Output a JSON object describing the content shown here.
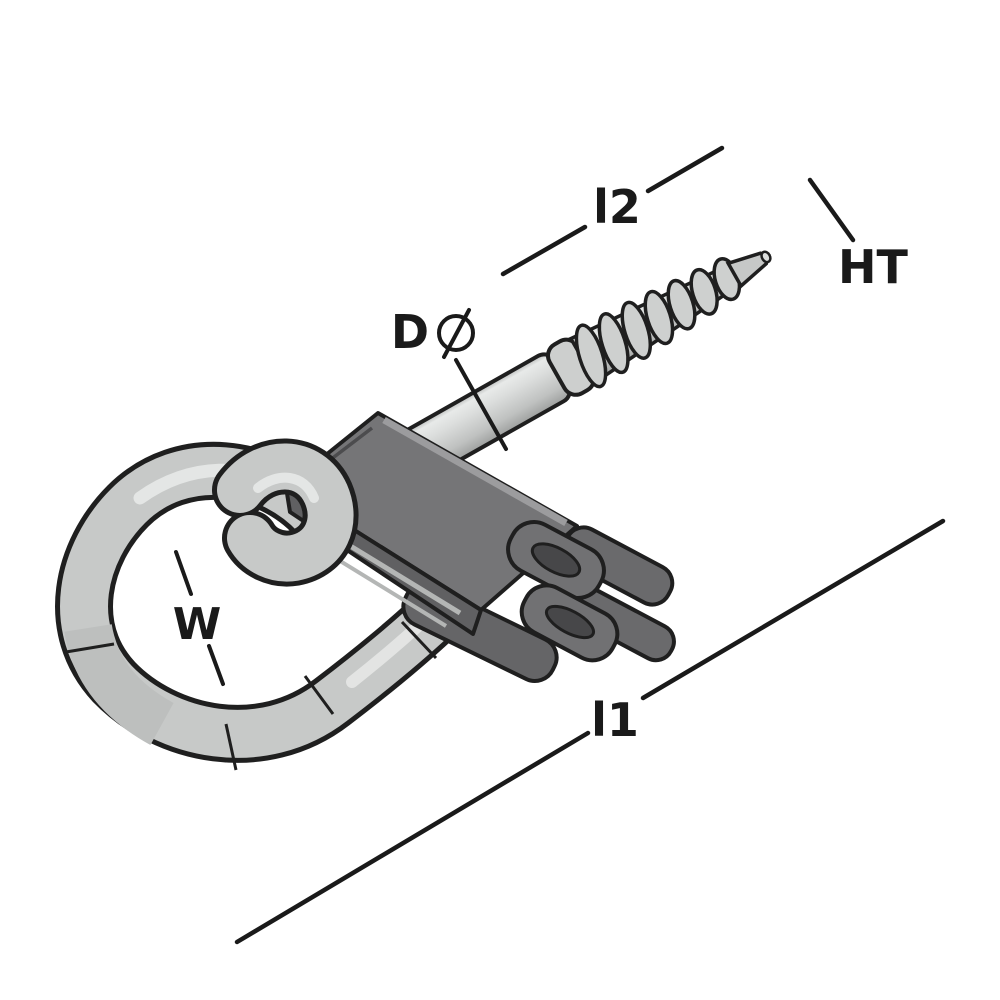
{
  "diagram": {
    "type": "technical-illustration",
    "subject": "ring screw hook with clamp plate",
    "background_color": "#ffffff",
    "line_color": "#1a1a1a",
    "part_colors": {
      "ring": "#c7c9c8",
      "ring_highlight": "#e7e9e8",
      "screw": "#c3c5c4",
      "clamp_top": "#757577",
      "clamp_front": "#606062",
      "clamp_hole": "#474749"
    },
    "labels": {
      "l1": "l1",
      "l2": "l2",
      "w": "W",
      "d": "D",
      "ht": "HT",
      "diameter_symbol": "⌀"
    }
  }
}
